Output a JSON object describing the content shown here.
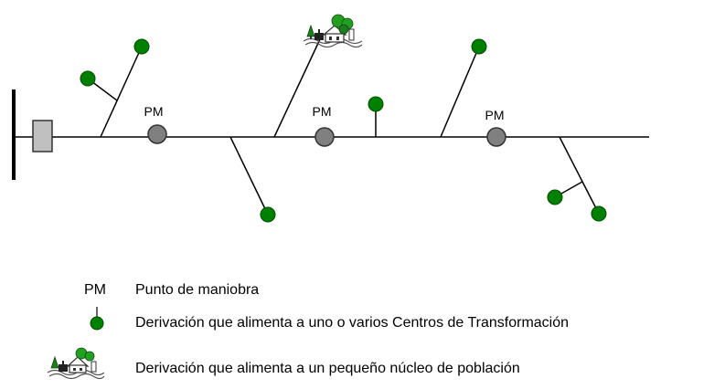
{
  "diagram": {
    "switch_point_label": "PM",
    "colors": {
      "line": "#000000",
      "switch_fill": "#808080",
      "transformer_fill": "#c0c0c0",
      "branch_end_fill": "#008000",
      "branch_end_stroke": "#004d00"
    },
    "icons": {
      "substation": "substation-bus-icon",
      "transformer": "transformer-box-icon",
      "branch_end": "green-dot-icon",
      "village": "village-icon"
    }
  },
  "legend": {
    "items": [
      {
        "symbol": "PM",
        "text": "Punto de maniobra"
      },
      {
        "symbol_icon": "green-dot-icon",
        "text": "Derivación que alimenta a uno o varios Centros de Transformación"
      },
      {
        "symbol_icon": "village-icon",
        "text": "Derivación que alimenta a un pequeño núcleo de población"
      }
    ]
  }
}
